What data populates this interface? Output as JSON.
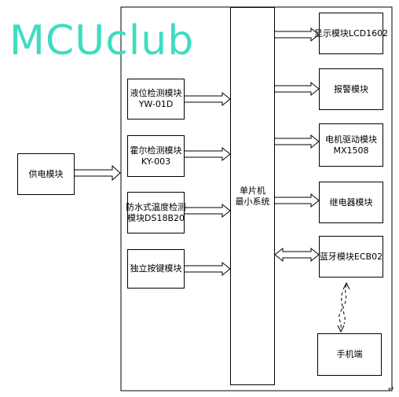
{
  "watermark": {
    "text": "MCUclub",
    "color": "#3fdcc0"
  },
  "modules": {
    "power": "供电模块",
    "level_l1": "液位检测模块",
    "level_l2": "YW-01D",
    "hall_l1": "霍尔检测模块",
    "hall_l2": "KY-003",
    "temp_l1": "防水式温度检测",
    "temp_l2": "模块DS18B20",
    "keys": "独立按键模块",
    "mcu_l1": "单片机",
    "mcu_l2": "最小系统",
    "display": "显示模块LCD1602",
    "alarm": "报警模块",
    "motor_l1": "电机驱动模块",
    "motor_l2": "MX1508",
    "relay": "继电器模块",
    "bluetooth": "蓝牙模块ECB02",
    "phone": "手机端"
  },
  "paragraph_mark": "↵"
}
